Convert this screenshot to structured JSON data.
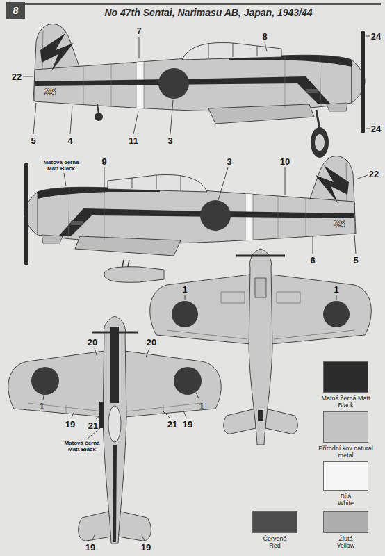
{
  "diagram": {
    "title": "No 47th Sentai, Narimasu AB, Japan, 1943/44",
    "nodes": [
      {
        "text": [
          "8"
        ]
      }
    ],
    "labels": [
      "22",
      "7",
      "8",
      "24",
      "24",
      "35",
      "5",
      "4",
      "11",
      "3",
      "Matová černá Matt Black",
      "9",
      "3",
      "10",
      "22",
      "35",
      "6",
      "5",
      "1",
      "1",
      "20",
      "20",
      "1",
      "1",
      "19",
      "21",
      "21",
      "19",
      "Matová černá Matt Black",
      "19",
      "19"
    ],
    "legend": [
      {
        "text": "Matná černá Matt Black",
        "color": "#2b2b2b"
      },
      {
        "text": "Přírodní kov natural metal",
        "color": "#c4c4c4"
      },
      {
        "text": "Bílá White",
        "color": "#f7f7f7"
      },
      {
        "text": "Červená Red",
        "color": "#4d4d4d"
      },
      {
        "text": "Žlutá Yellow",
        "color": "#aeaeae"
      }
    ]
  }
}
